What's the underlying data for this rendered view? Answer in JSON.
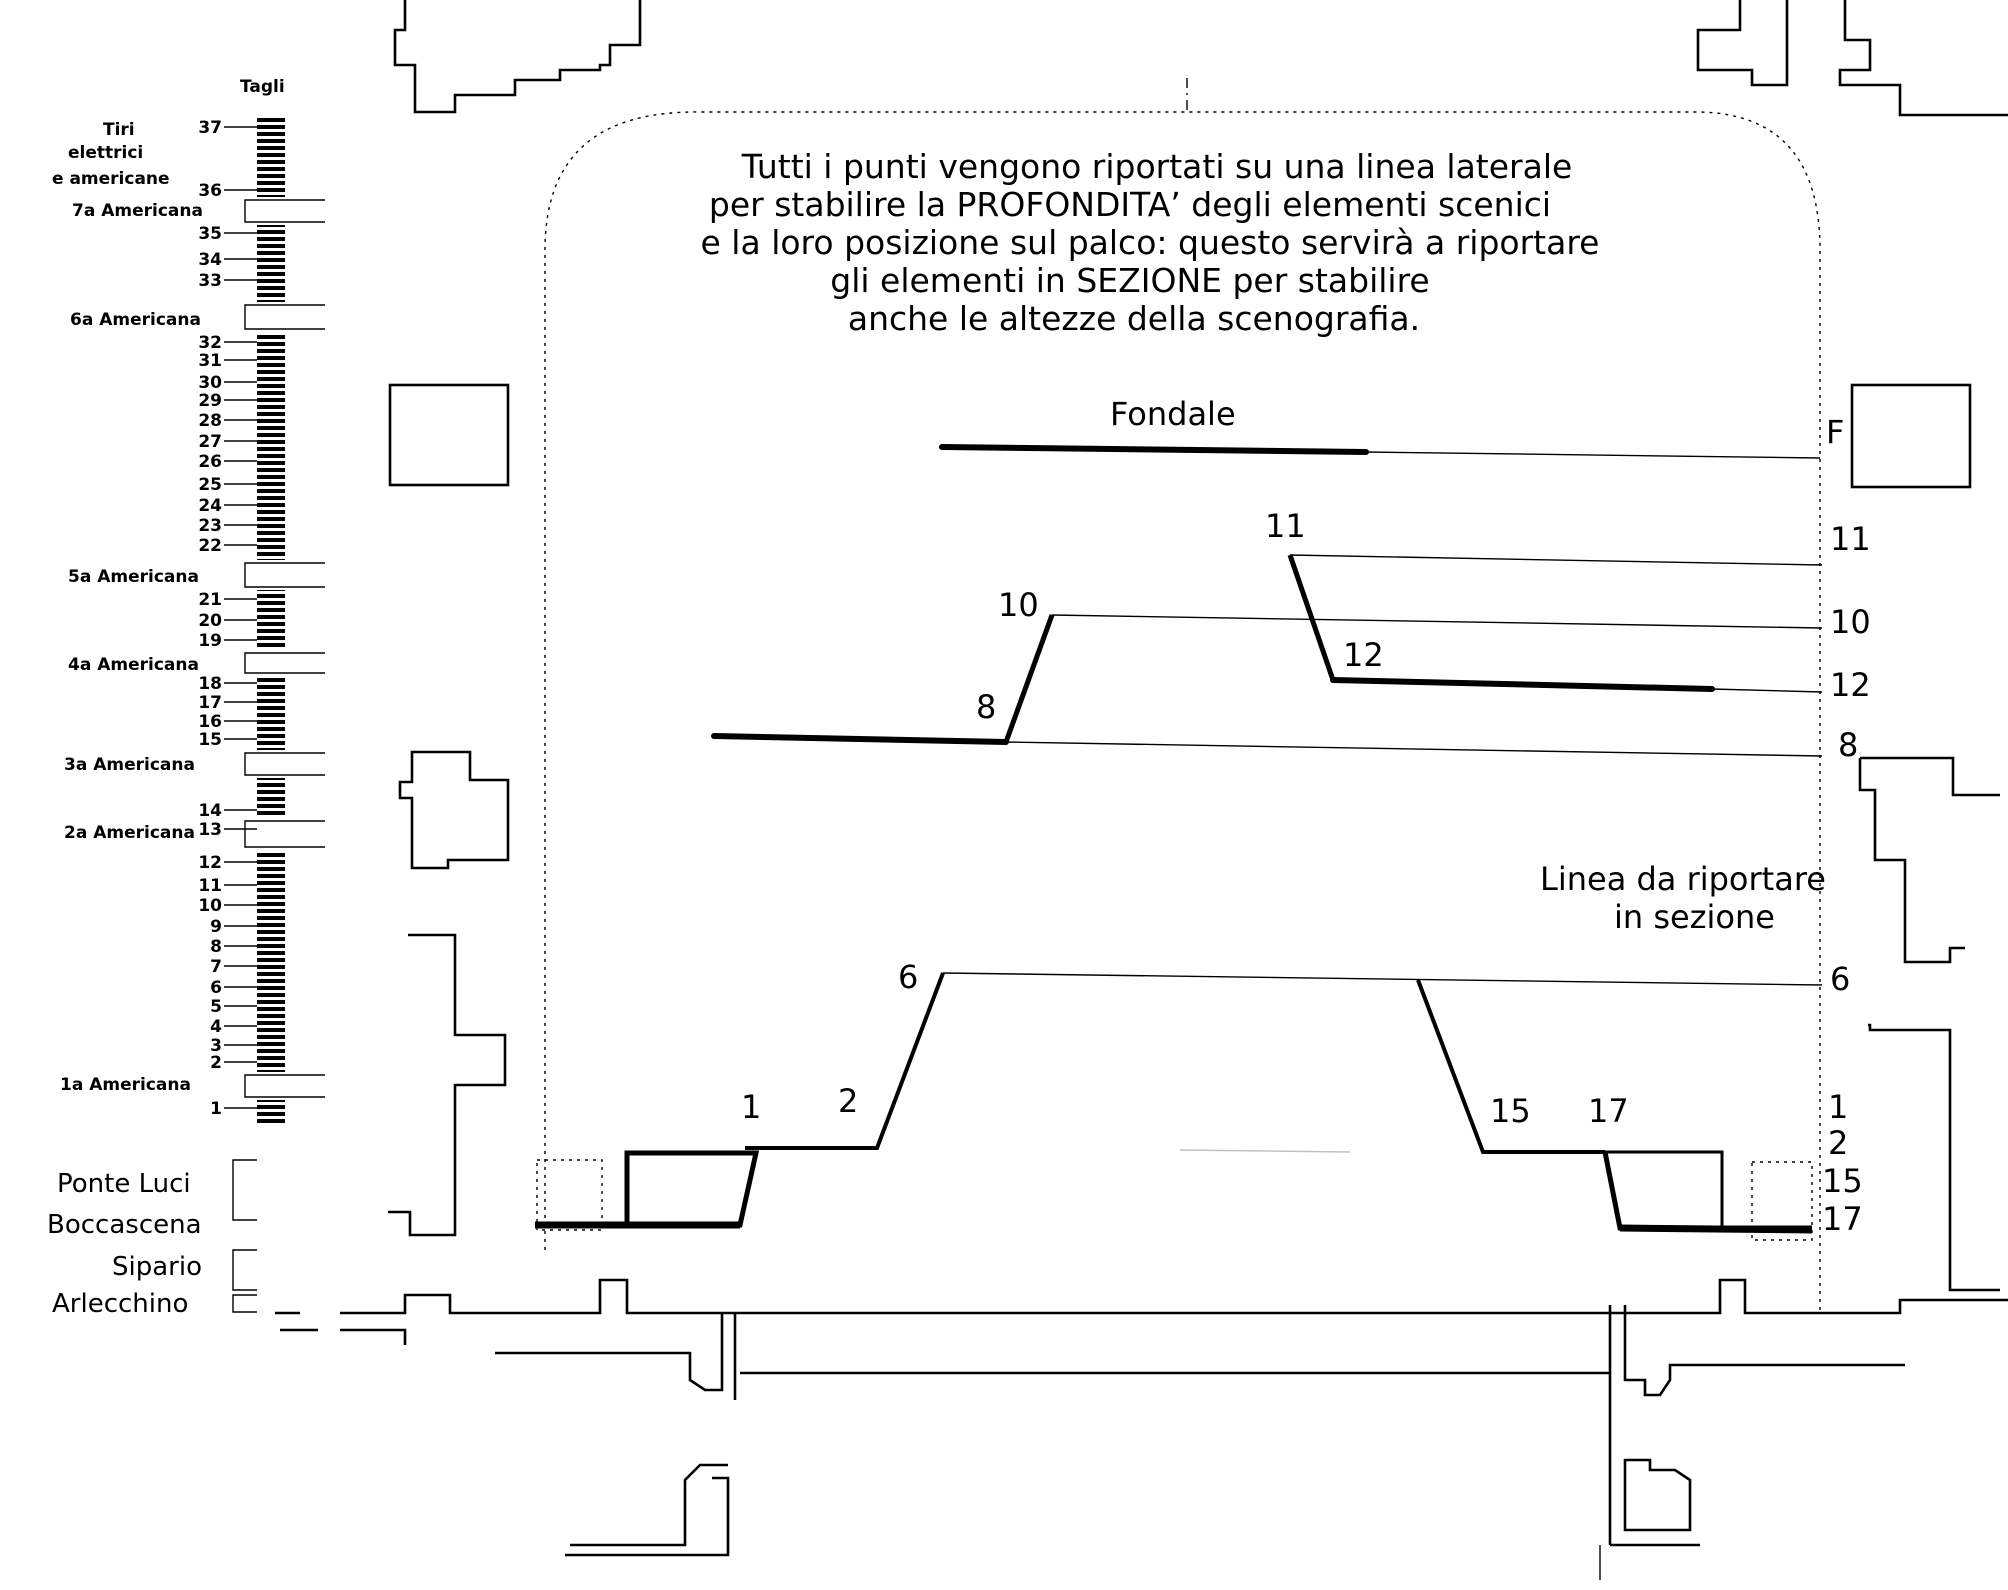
{
  "note_lines": [
    "Tutti i punti vengono riportati su una linea laterale",
    "per stabilire la PROFONDITA’ degli elementi scenici",
    "e la loro posizione sul palco: questo servirà a riportare",
    "gli elementi in SEZIONE per stabilire",
    "anche le altezze della scenografia."
  ],
  "fondale_label": "Fondale",
  "linea_label": [
    "Linea da riportare",
    "in sezione"
  ],
  "column_headers": {
    "tiri": [
      "Tiri",
      "elettrici",
      "e americane"
    ],
    "tagli": "Tagli"
  },
  "tagli_numbers": [
    "37",
    "36",
    "35",
    "34",
    "33",
    "32",
    "31",
    "30",
    "29",
    "28",
    "27",
    "26",
    "25",
    "24",
    "23",
    "22",
    "21",
    "20",
    "19",
    "18",
    "17",
    "16",
    "15",
    "14",
    "13",
    "12",
    "11",
    "10",
    "9",
    "8",
    "7",
    "6",
    "5",
    "4",
    "3",
    "2",
    "1"
  ],
  "americane": [
    "7a Americana",
    "6a Americana",
    "5a Americana",
    "4a Americana",
    "3a Americana",
    "2a Americana",
    "1a Americana"
  ],
  "stage_labels": [
    "Ponte Luci",
    "Boccascena",
    "Sipario",
    "Arlecchino"
  ],
  "point_labels": {
    "p11": "11",
    "p10": "10",
    "p12": "12",
    "p8": "8",
    "p6": "6",
    "p1": "1",
    "p2": "2",
    "p15": "15",
    "p17": "17"
  },
  "right_labels": [
    "F",
    "11",
    "10",
    "12",
    "8",
    "6",
    "1",
    "2",
    "15",
    "17"
  ]
}
